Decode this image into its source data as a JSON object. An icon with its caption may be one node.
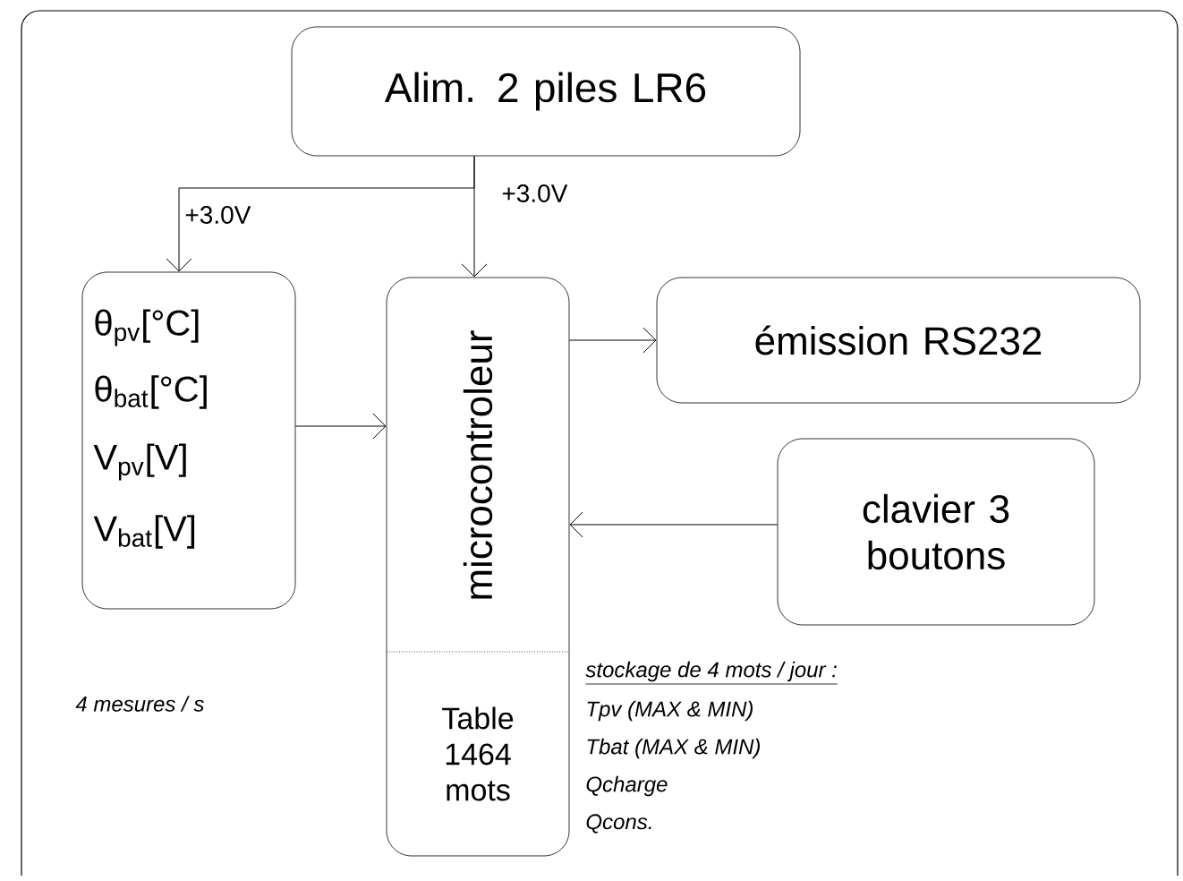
{
  "diagram": {
    "nodes": [
      {
        "text": [
          "Alim. 2 piles LR6"
        ]
      },
      {
        "text": [
          "θ$_{pv}$[°C]",
          "θ$_{bat}$[°C]",
          "V$_{pv}$[V]",
          "V$_{bat}$[V]"
        ]
      },
      {
        "text": [
          "microcontroleur",
          "Table 1464 mots"
        ]
      },
      {
        "text": [
          "émission RS232"
        ]
      },
      {
        "text": [
          "clavier 3 boutons"
        ]
      }
    ],
    "edges": [
      {
        "from": 0,
        "to": 1,
        "arrow": "to",
        "label": "+3.0V"
      },
      {
        "from": 0,
        "to": 2,
        "arrow": "to",
        "label": "+3.0V"
      },
      {
        "from": 1,
        "to": 2,
        "arrow": "to"
      },
      {
        "from": 2,
        "to": 3,
        "arrow": "to"
      },
      {
        "from": 4,
        "to": 2,
        "arrow": "to"
      }
    ],
    "labels": [
      "4 mesures / s",
      "stockage de 4 mots / jour :",
      "Tpv (MAX & MIN)",
      "Tbat (MAX & MIN)",
      "Qcharge",
      "Qcons."
    ]
  }
}
